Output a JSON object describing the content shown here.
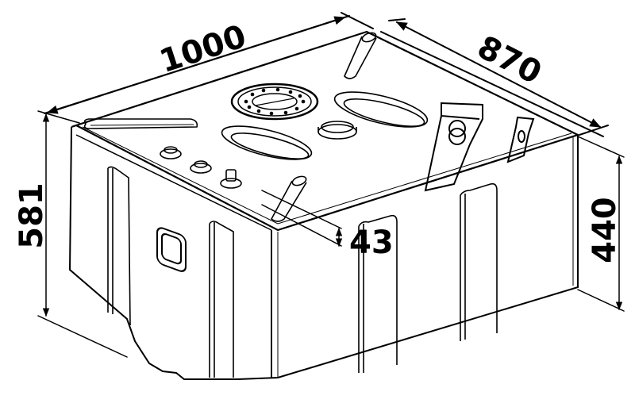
{
  "drawing": {
    "subject": "rectangular fuel tank, isometric line drawing",
    "line_color": "#000000",
    "background_color": "#ffffff"
  },
  "dimensions": {
    "length": {
      "value": "1000",
      "axis": "top front-left edge"
    },
    "width": {
      "value": "870",
      "axis": "top right edge"
    },
    "total_height": {
      "value": "581",
      "axis": "left vertical"
    },
    "side_height": {
      "value": "440",
      "axis": "right vertical"
    },
    "step": {
      "value": "43",
      "axis": "front corner step"
    }
  },
  "features": {
    "fittings": [
      "inspection hatch",
      "filler ring",
      "vent stub",
      "oval recesses",
      "mounting brackets",
      "small ports"
    ]
  }
}
